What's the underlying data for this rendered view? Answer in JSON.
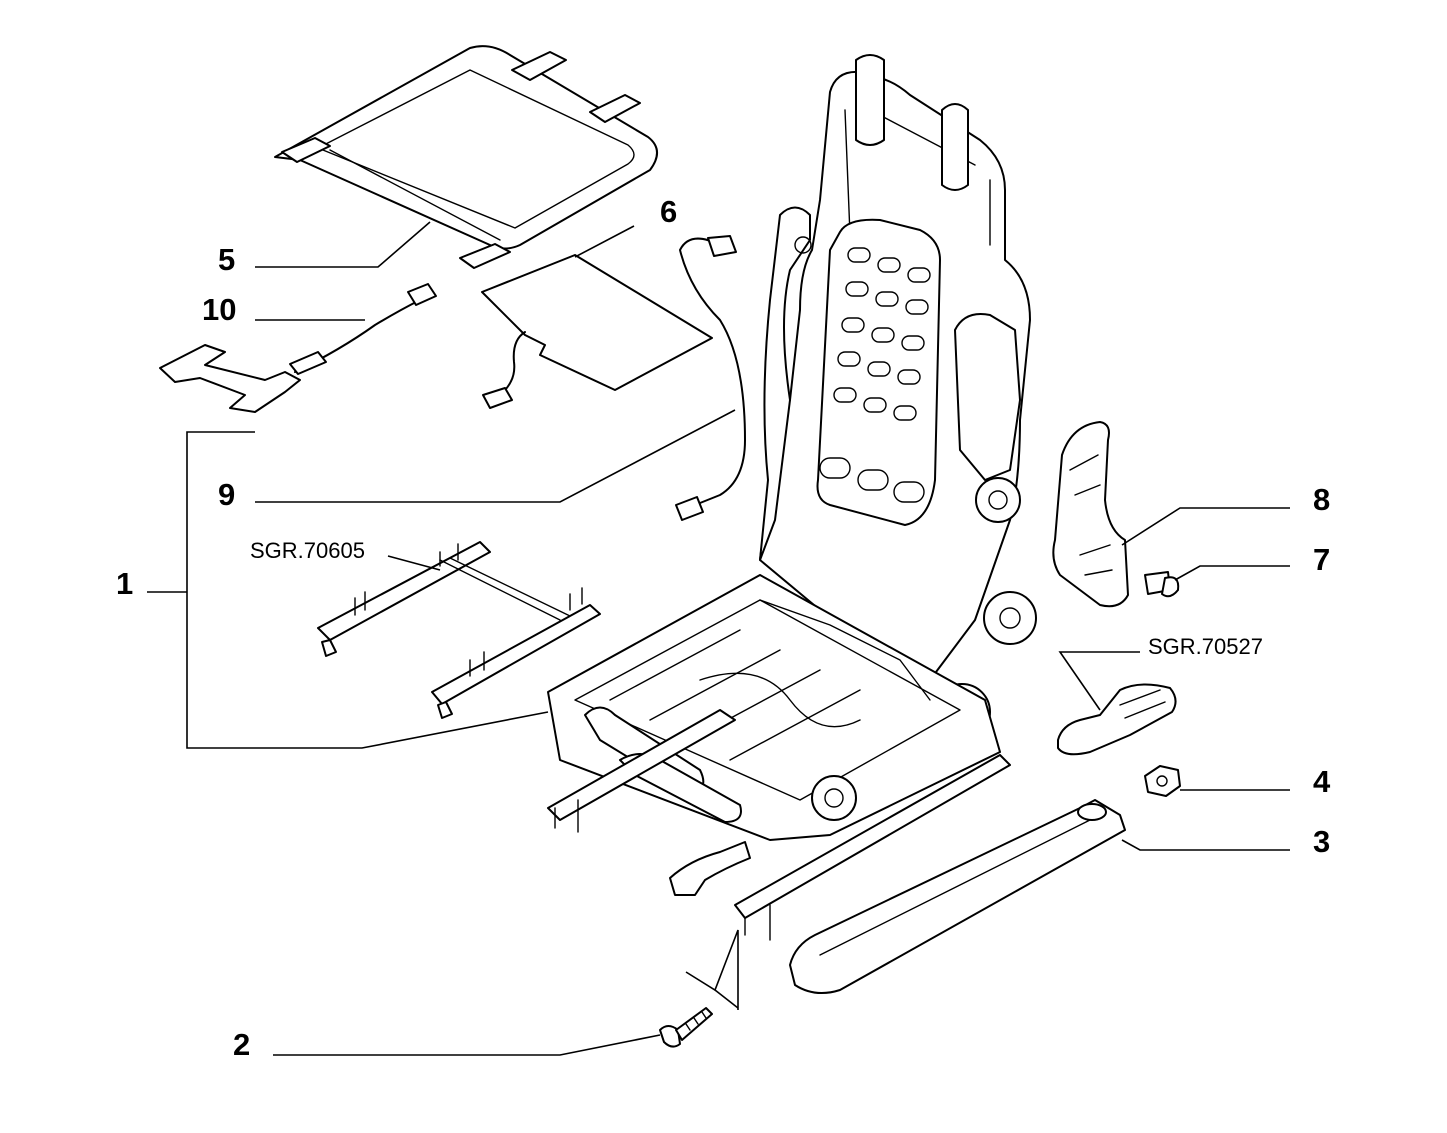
{
  "callouts": {
    "c1": "1",
    "c2": "2",
    "c3": "3",
    "c4": "4",
    "c5": "5",
    "c6": "6",
    "c7": "7",
    "c8": "8",
    "c9": "9",
    "c10": "10"
  },
  "references": {
    "sgr_70605": "SGR.70605",
    "sgr_70527": "SGR.70527"
  }
}
